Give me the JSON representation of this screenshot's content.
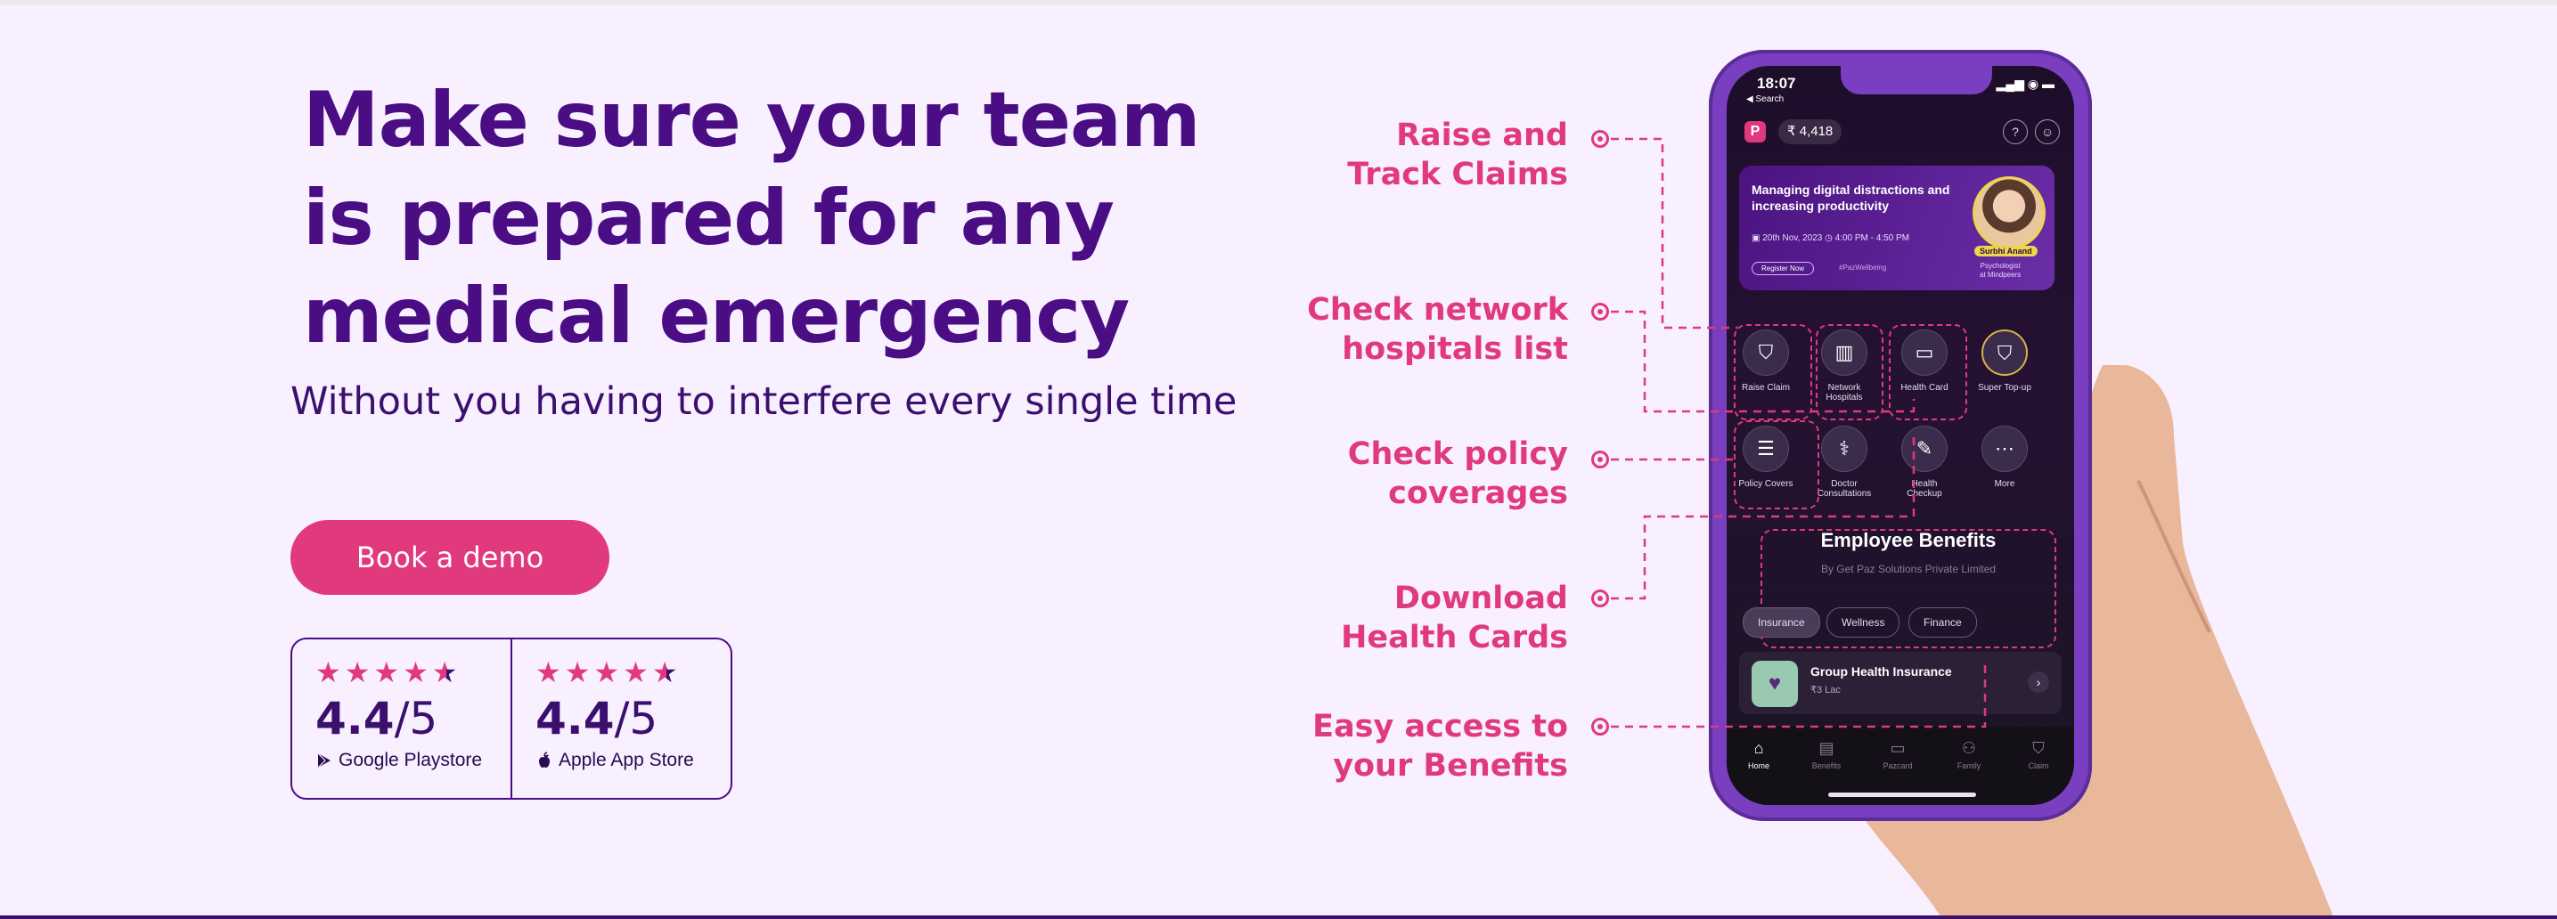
{
  "hero": {
    "headline": "Make sure your team is prepared for any medical emergency",
    "subheadline": "Without you having to interfere every single time",
    "cta_label": "Book a demo"
  },
  "ratings": [
    {
      "stars": "★★★★★",
      "score_main": "4.4",
      "score_suffix": "/5",
      "store": "Google Playstore",
      "icon": "google-play-icon"
    },
    {
      "stars": "★★★★★",
      "score_main": "4.4",
      "score_suffix": "/5",
      "store": "Apple App Store",
      "icon": "apple-icon"
    }
  ],
  "rating_value": 4.4,
  "callouts": [
    {
      "line1": "Raise and",
      "line2": "Track Claims"
    },
    {
      "line1": "Check network",
      "line2": "hospitals list"
    },
    {
      "line1": "Check policy",
      "line2": "coverages"
    },
    {
      "line1": "Download",
      "line2": "Health Cards"
    },
    {
      "line1": "Easy access to",
      "line2": "your Benefits"
    }
  ],
  "phone": {
    "time": "18:07",
    "back_label": "◀ Search",
    "wallet": "₹ 4,418",
    "banner": {
      "title": "Managing digital distractions and increasing productivity",
      "date": "20th Nov, 2023",
      "time": "4:00 PM  -  4:50 PM",
      "register": "Register Now",
      "tag": "#PazWellbeing",
      "speaker_name": "Surbhi Anand",
      "speaker_role1": "Psychologist",
      "speaker_role2": "at Mindpeers"
    },
    "tiles": [
      {
        "label": "Raise Claim",
        "label2": "",
        "icon": "shield-check-icon"
      },
      {
        "label": "Network",
        "label2": "Hospitals",
        "icon": "hospital-icon"
      },
      {
        "label": "Health Card",
        "label2": "",
        "icon": "card-icon"
      },
      {
        "label": "Super Top-up",
        "label2": "",
        "icon": "shield-badge-icon"
      },
      {
        "label": "Policy Covers",
        "label2": "",
        "icon": "document-icon"
      },
      {
        "label": "Doctor",
        "label2": "Consultations",
        "icon": "stethoscope-icon"
      },
      {
        "label": "Health",
        "label2": "Checkup",
        "icon": "syringe-icon"
      },
      {
        "label": "More",
        "label2": "",
        "icon": "more-icon"
      }
    ],
    "benefits": {
      "title": "Employee Benefits",
      "subtitle": "By Get Paz Solutions Private Limited",
      "tabs": [
        "Insurance",
        "Wellness",
        "Finance"
      ],
      "active_tab": "Insurance",
      "card_title": "Group Health Insurance",
      "card_amount": "₹3 Lac"
    },
    "nav": [
      "Home",
      "Benefits",
      "Pazcard",
      "Family",
      "Claim"
    ],
    "active_nav": "Home"
  },
  "colors": {
    "background": "#f8efff",
    "headline": "#4a0d84",
    "accent": "#e0397e",
    "phone_frame": "#7a3fc0"
  }
}
